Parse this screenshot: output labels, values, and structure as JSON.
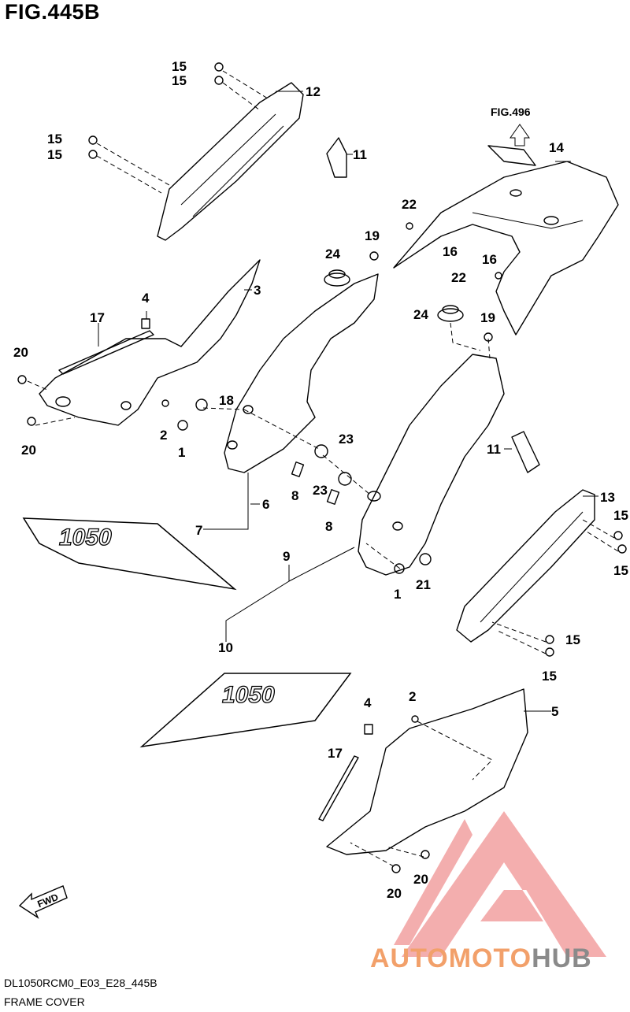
{
  "figure": {
    "title": "FIG.445B",
    "ref_label": "FIG.496",
    "fwd_label": "FWD"
  },
  "decals": {
    "model_text": "1050"
  },
  "callouts": {
    "n1": "1",
    "n2": "2",
    "n3": "3",
    "n4": "4",
    "n5": "5",
    "n6": "6",
    "n7": "7",
    "n8": "8",
    "n9": "9",
    "n10": "10",
    "n11": "11",
    "n12": "12",
    "n13": "13",
    "n14": "14",
    "n15": "15",
    "n16": "16",
    "n17": "17",
    "n18": "18",
    "n19": "19",
    "n20": "20",
    "n21": "21",
    "n22": "22",
    "n23": "23",
    "n24": "24"
  },
  "footer": {
    "code": "DL1050RCM0_E03_E28_445B",
    "name": "FRAME COVER"
  },
  "watermark": {
    "part1": "AUTOMOTO",
    "part2": "HUB",
    "color_primary": "#f08080",
    "color_secondary": "#8a8a8a"
  }
}
